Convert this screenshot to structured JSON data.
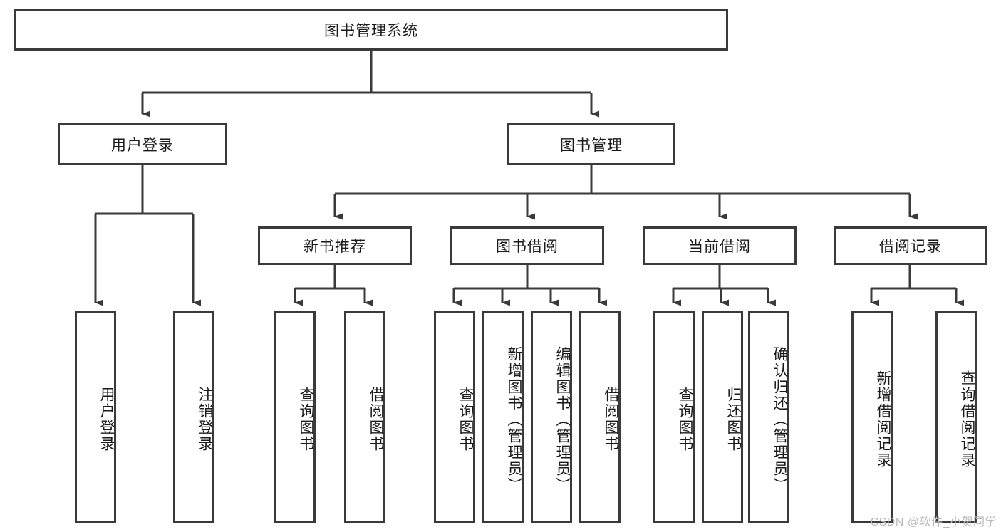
{
  "diagram": {
    "title": "图书管理系统",
    "root": {
      "label": "图书管理系统"
    },
    "level2": {
      "user_login": "用户登录",
      "book_management": "图书管理"
    },
    "level3": {
      "new_book_recommend": "新书推荐",
      "book_borrow": "图书借阅",
      "current_borrow": "当前借阅",
      "borrow_record": "借阅记录"
    },
    "leaves": {
      "user_login_1": "用户登录",
      "user_login_2": "注销登录",
      "new_book_1": "查询图书",
      "new_book_2": "借阅图书",
      "borrow_1": "查询图书",
      "borrow_2": "新增图书（管理员）",
      "borrow_3": "编辑图书（管理员）",
      "borrow_4": "借阅图书",
      "current_1": "查询图书",
      "current_2": "归还图书",
      "current_3": "确认归还（管理员）",
      "record_1": "新增借阅记录",
      "record_2": "查询借阅记录"
    }
  },
  "watermark": {
    "text": "CSDN @软件_小贺同学"
  },
  "colors": {
    "stroke": "#3a3a3a",
    "background": "#ffffff",
    "text": "#1a1a1a",
    "watermark": "#b8b8b8"
  }
}
